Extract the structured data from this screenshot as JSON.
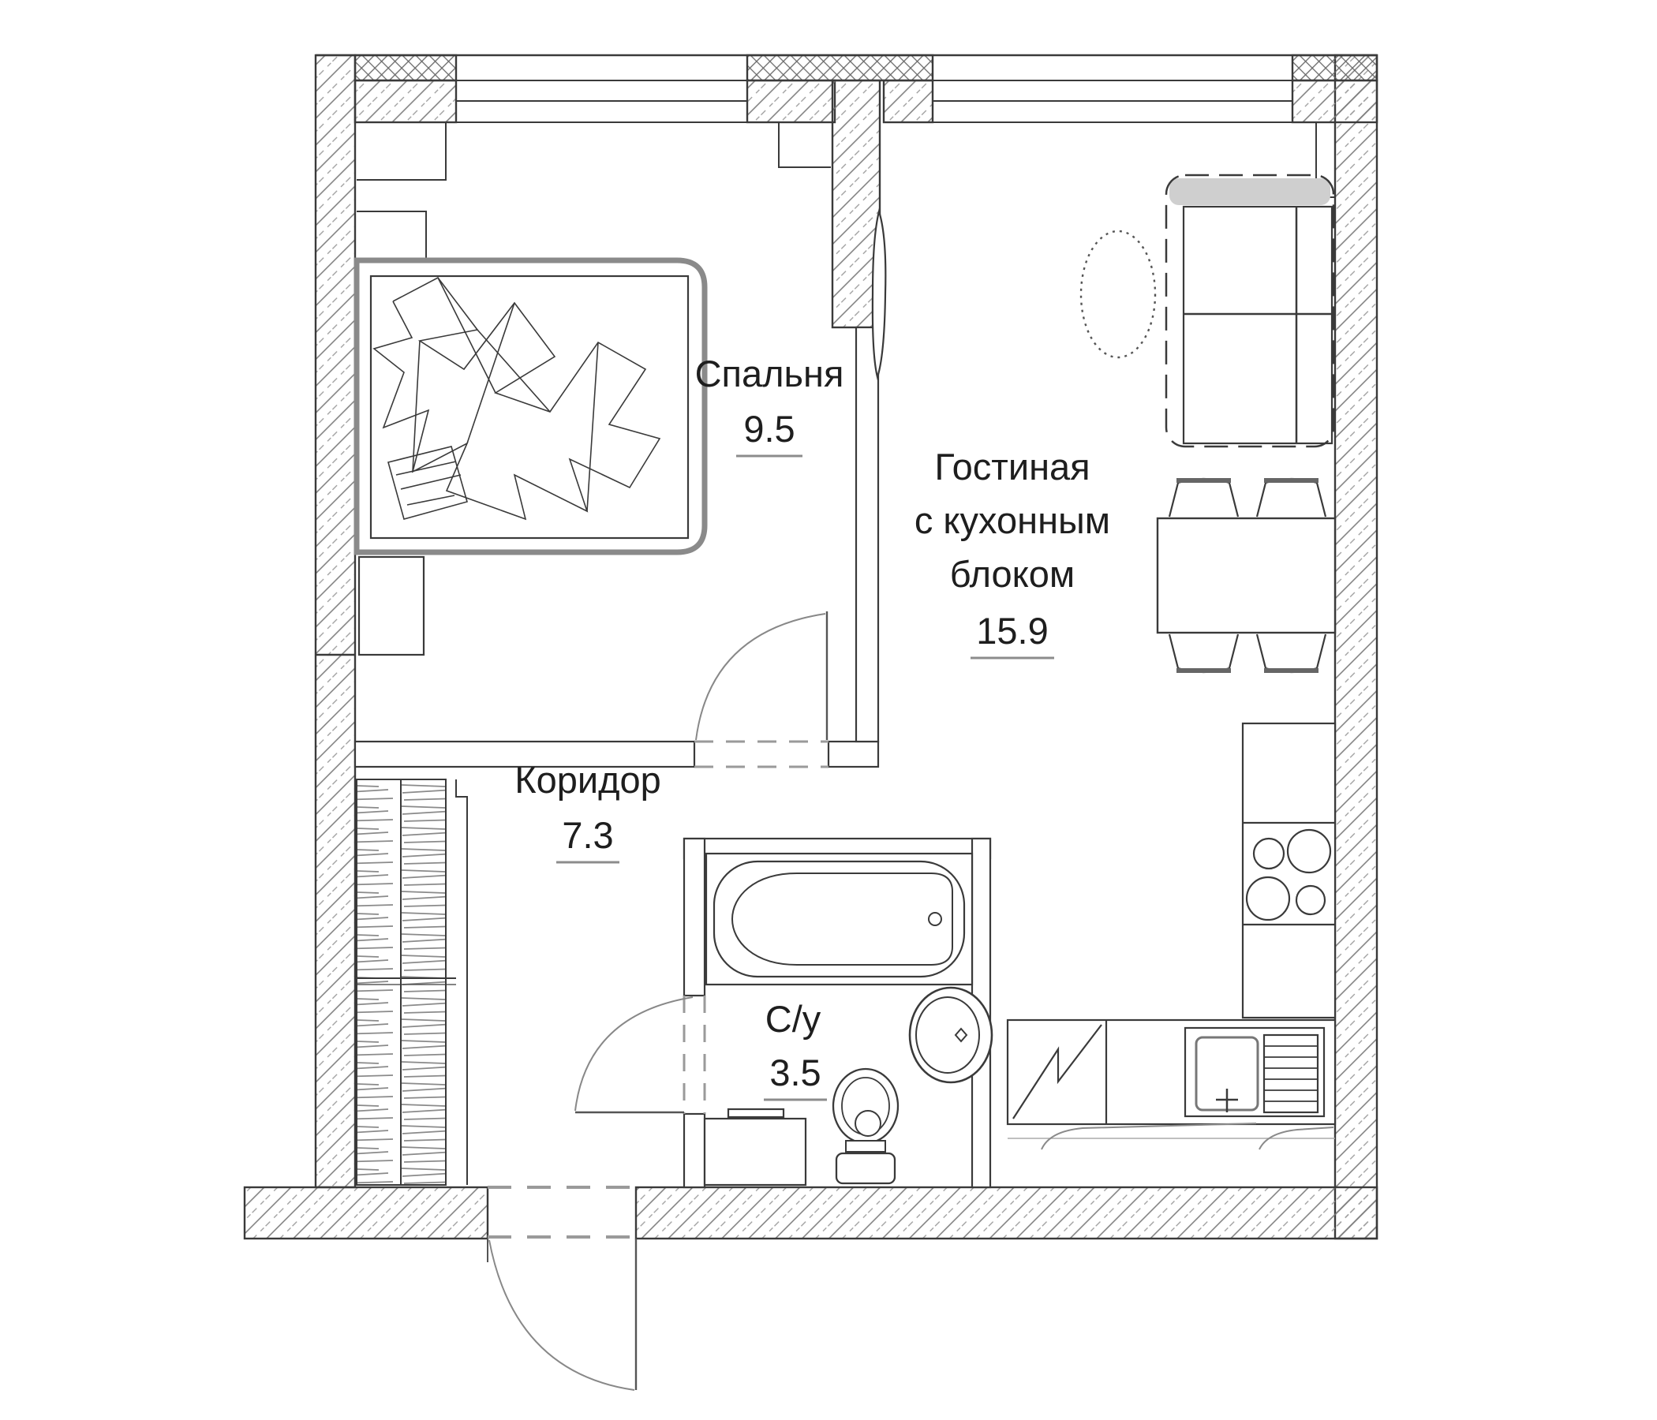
{
  "plan": {
    "rooms": {
      "bedroom": {
        "label": "Спальня",
        "area": "9.5"
      },
      "living": {
        "line1": "Гостиная",
        "line2": "с кухонным",
        "line3": "блоком",
        "area": "15.9"
      },
      "corridor": {
        "label": "Коридор",
        "area": "7.3"
      },
      "bathroom": {
        "label": "С/у",
        "area": "3.5"
      }
    },
    "colors": {
      "ink": "#1e1e1e",
      "wall_line": "#3a3a3a",
      "hatch": "#777777",
      "gray": "#8a8a8a",
      "background": "#ffffff"
    }
  }
}
